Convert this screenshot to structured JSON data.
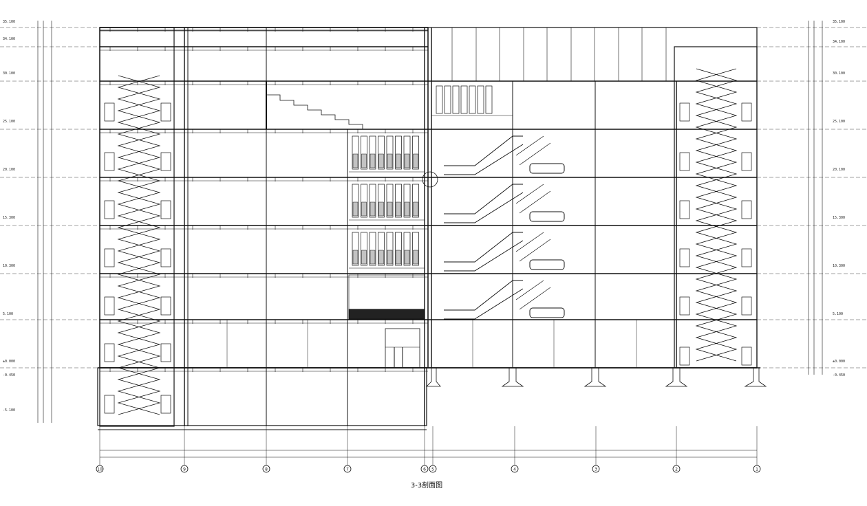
{
  "drawing": {
    "caption": "3-3剖面图",
    "axes": [
      "10",
      "9",
      "8",
      "7",
      "6",
      "5",
      "4",
      "3",
      "2",
      "1"
    ],
    "left_levels": [
      "35.100",
      "34.100",
      "30.100",
      "25.100",
      "20.100",
      "15.300",
      "10.300",
      "5.100",
      "±0.000",
      "-0.450",
      "-5.100"
    ],
    "right_levels": [
      "35.100",
      "34.100",
      "30.100",
      "25.100",
      "20.100",
      "15.300",
      "10.300",
      "5.100",
      "±0.000",
      "-0.450"
    ],
    "colors": {
      "line": "#111111",
      "bg": "#ffffff"
    }
  }
}
